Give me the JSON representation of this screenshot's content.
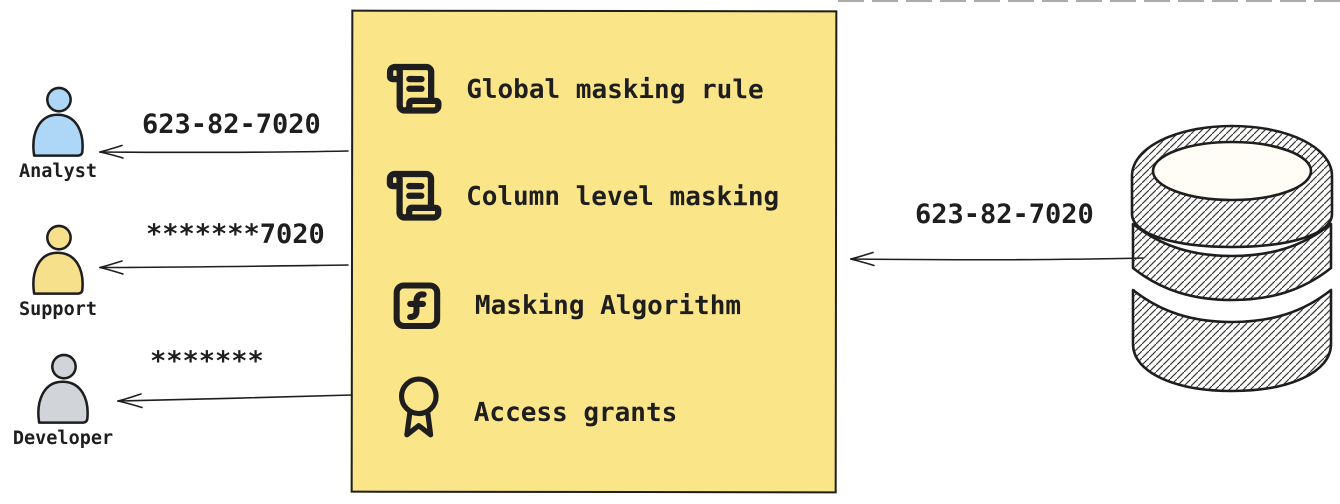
{
  "diagram": {
    "type": "data-masking-flow",
    "text_color": "#1e1e1e",
    "masking_box": {
      "fill": "#fae588",
      "border_color": "#1e1e1e",
      "items": [
        {
          "icon": "scroll-rule-icon",
          "label": "Global masking rule"
        },
        {
          "icon": "scroll-rule-icon",
          "label": "Column level masking"
        },
        {
          "icon": "function-square-icon",
          "label": "Masking Algorithm"
        },
        {
          "icon": "award-icon",
          "label": "Access grants"
        }
      ]
    },
    "source_database": {
      "icon": "database-icon",
      "arrow_label": "623-82-7020"
    },
    "consumers": [
      {
        "role": "Analyst",
        "received_value": "623-82-7020",
        "icon": "person-icon",
        "color": "#aed6f7"
      },
      {
        "role": "Support",
        "received_value": "*******7020",
        "icon": "person-icon",
        "color": "#f6e08b"
      },
      {
        "role": "Developer",
        "received_value": "*******",
        "icon": "person-icon",
        "color": "#d1d5da"
      }
    ]
  }
}
